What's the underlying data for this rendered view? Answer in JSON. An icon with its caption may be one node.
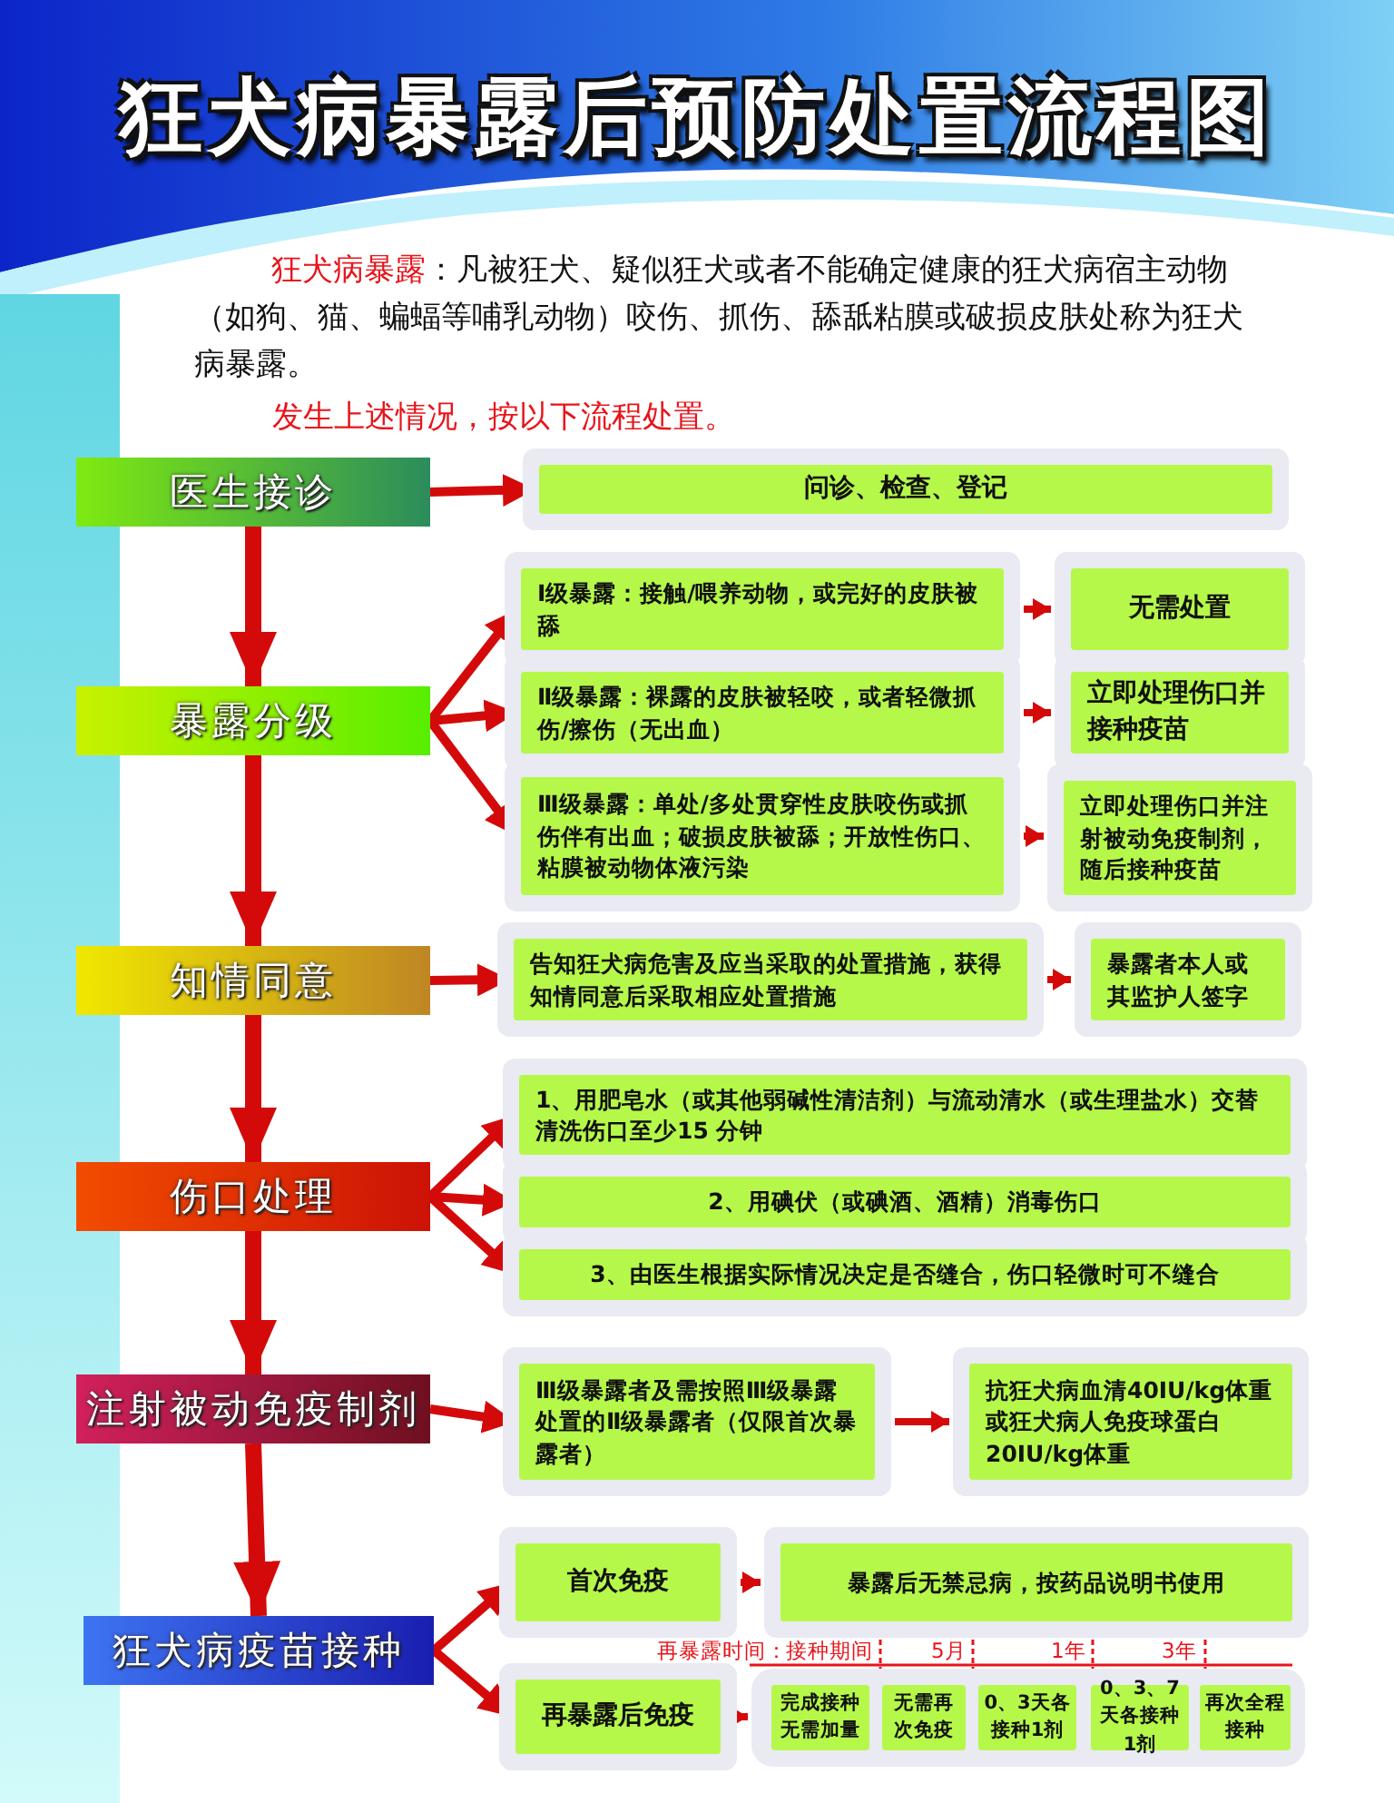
{
  "diagram": {
    "title": "狂犬病暴露后预防处置流程图",
    "nodes": [
      {
        "text": [
          "医生接诊"
        ]
      },
      {
        "text": [
          "问诊、检查、登记"
        ]
      },
      {
        "text": [
          "暴露分级"
        ]
      },
      {
        "text": [
          "Ⅰ级暴露：接触/喂养动物，或完好的皮肤被舔"
        ]
      },
      {
        "text": [
          "无需处置"
        ]
      },
      {
        "text": [
          "Ⅱ级暴露：裸露的皮肤被轻咬，或者轻微抓伤/擦伤（无出血）"
        ]
      },
      {
        "text": [
          "立即处理伤口并接种疫苗"
        ]
      },
      {
        "text": [
          "Ⅲ级暴露：单处/多处贯穿性皮肤咬伤或抓伤伴有出血；破损皮肤被舔；开放性伤口、粘膜被动物体液污染"
        ]
      },
      {
        "text": [
          "立即处理伤口并注射被动免疫制剂，随后接种疫苗"
        ]
      },
      {
        "text": [
          "知情同意"
        ]
      },
      {
        "text": [
          "告知狂犬病危害及应当采取的处置措施，获得知情同意后采取相应处置措施"
        ]
      },
      {
        "text": [
          "暴露者本人或其监护人签字"
        ]
      },
      {
        "text": [
          "伤口处理"
        ]
      },
      {
        "text": [
          "1、用肥皂水（或其他弱碱性清洁剂）与流动清水（或生理盐水）交替清洗伤口至少15 分钟"
        ]
      },
      {
        "text": [
          "2、用碘伏（或碘酒、酒精）消毒伤口"
        ]
      },
      {
        "text": [
          "3、由医生根据实际情况决定是否缝合，伤口轻微时可不缝合"
        ]
      },
      {
        "text": [
          "注射被动免疫制剂"
        ]
      },
      {
        "text": [
          "Ⅲ级暴露者及需按照Ⅲ级暴露处置的Ⅱ级暴露者（仅限首次暴露者）"
        ]
      },
      {
        "text": [
          "抗狂犬病血清40IU/kg体重或狂犬病人免疫球蛋白20IU/kg体重"
        ]
      },
      {
        "text": [
          "狂犬病疫苗接种"
        ]
      },
      {
        "text": [
          "首次免疫"
        ]
      },
      {
        "text": [
          "暴露后无禁忌病，按药品说明书使用"
        ]
      },
      {
        "text": [
          "再暴露后免疫"
        ]
      },
      {
        "text": [],
        "shape": "box"
      },
      {
        "text": [
          "完成接种无需加量"
        ],
        "in": 23
      },
      {
        "text": [
          "无需再次免疫"
        ],
        "in": 23
      },
      {
        "text": [
          "0、3天各接种1剂"
        ],
        "in": 23
      },
      {
        "text": [
          "0、3、7天各接种1剂"
        ],
        "in": 23
      },
      {
        "text": [
          "再次全程接种"
        ],
        "in": 23
      }
    ],
    "edges": [
      {
        "from": 0,
        "to": 1,
        "arrow": "to"
      },
      {
        "from": 0,
        "to": 2,
        "arrow": "to",
        "style": "thick"
      },
      {
        "from": 2,
        "to": 3,
        "arrow": "to"
      },
      {
        "from": 2,
        "to": 5,
        "arrow": "to"
      },
      {
        "from": 2,
        "to": 7,
        "arrow": "to"
      },
      {
        "from": 3,
        "to": 4,
        "arrow": "to"
      },
      {
        "from": 5,
        "to": 6,
        "arrow": "to"
      },
      {
        "from": 7,
        "to": 8,
        "arrow": "to"
      },
      {
        "from": 2,
        "to": 9,
        "arrow": "to",
        "style": "thick"
      },
      {
        "from": 9,
        "to": 10,
        "arrow": "to"
      },
      {
        "from": 10,
        "to": 11,
        "arrow": "to"
      },
      {
        "from": 9,
        "to": 12,
        "arrow": "to",
        "style": "thick"
      },
      {
        "from": 12,
        "to": 13,
        "arrow": "to"
      },
      {
        "from": 12,
        "to": 14,
        "arrow": "to"
      },
      {
        "from": 12,
        "to": 15,
        "arrow": "to"
      },
      {
        "from": 12,
        "to": 16,
        "arrow": "to",
        "style": "thick"
      },
      {
        "from": 16,
        "to": 17,
        "arrow": "to"
      },
      {
        "from": 17,
        "to": 18,
        "arrow": "to"
      },
      {
        "from": 16,
        "to": 19,
        "arrow": "to",
        "style": "thick"
      },
      {
        "from": 19,
        "to": 20,
        "arrow": "to"
      },
      {
        "from": 19,
        "to": 22,
        "arrow": "to"
      },
      {
        "from": 20,
        "to": 21,
        "arrow": "to"
      },
      {
        "from": 22,
        "to": 23,
        "arrow": "to"
      }
    ],
    "labels": [
      "狂犬病暴露",
      "：凡被狂犬、疑似狂犬或者不能确定健康的狂犬病宿主动物（如狗、猫、蝙蝠等哺乳动物）咬伤、抓伤、舔舐粘膜或破损皮肤处称为狂犬病暴露。",
      "发生上述情况，按以下流程处置。",
      "再暴露时间：",
      "接种期间",
      "5月",
      "1年",
      "3年"
    ]
  }
}
